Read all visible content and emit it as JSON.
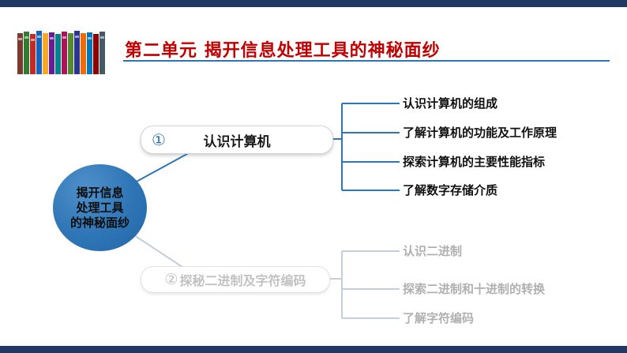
{
  "header": {
    "title": "第二单元 揭开信息处理工具的神秘面纱",
    "title_color": "#C00000",
    "icon": "books-stack"
  },
  "root": {
    "label": "揭开信息处理工具的神秘面纱",
    "lines": [
      "揭开信息",
      "处理工具",
      "的神秘面纱"
    ],
    "fill_color": "#2E75B6"
  },
  "branches": [
    {
      "number": "①",
      "label": "认识计算机",
      "state": "active",
      "accent_color": "#2E75B6",
      "items": [
        "认识计算机的组成",
        "了解计算机的功能及工作原理",
        "探索计算机的主要性能指标",
        "了解数字存储介质"
      ]
    },
    {
      "number": "②",
      "label": "探秘二进制及字符编码",
      "state": "inactive",
      "accent_color": "#C3CFDB",
      "items": [
        "认识二进制",
        "探索二进制和十进制的转换",
        "了解字符编码"
      ]
    }
  ],
  "colors": {
    "border_bars": "#1F3864",
    "active_line": "#2E75B6",
    "inactive_line": "#C3CFDB",
    "inactive_text": "#B0B0B0"
  }
}
